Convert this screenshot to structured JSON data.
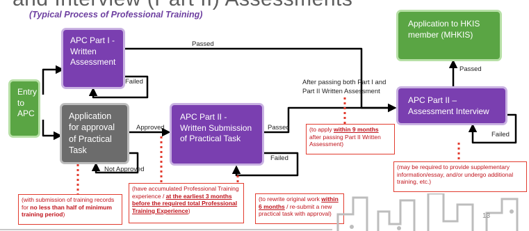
{
  "header": {
    "title": "and Interview (Part II) Assessments",
    "subtitle": "(Typical Process of Professional Training)"
  },
  "boxes": {
    "entry": "Entry to APC",
    "part1": "APC Part I - Written Assessment",
    "approval": "Application for approval of Practical Task",
    "part2_written": "APC Part II - Written Submission of Practical Task",
    "part2_interview": "APC Part II – Assessment Interview",
    "hkis": "Application to HKIS member (MHKIS)"
  },
  "labels": {
    "passed_top": "Passed",
    "failed_part1": "Failed",
    "approved": "Approved",
    "not_approved": "Not Approved",
    "passed_mid": "Passed",
    "failed_mid": "Failed",
    "after_passing": "After passing both Part I and Part II Written Assessment",
    "passed_right": "Passed",
    "failed_right": "Failed"
  },
  "notes": {
    "n1": {
      "a": "(with submission of training records for ",
      "b": "no less than half of minimum training period",
      "c": ")"
    },
    "n2": {
      "a": "(have accumulated Professional Training experience / ",
      "b": "at the earliest 3 months before the required total Professional Training Experience",
      "c": ")"
    },
    "n3": {
      "a": "(to rewrite original work ",
      "b": "within 6 months",
      "c": " / re-submit a new practical task with approval)"
    },
    "n4": {
      "a": "(to apply ",
      "b": "within 9 months",
      "c": " after passing Part II Written Assessment)"
    },
    "n5": "(may be required to provide supplementary information/essay, and/or undergo additional training, etc.)"
  },
  "page_number": "13",
  "colors": {
    "purple": "#7a3fb0",
    "green": "#5aa544",
    "grey": "#6c6c6c",
    "red": "#e23b2e"
  }
}
